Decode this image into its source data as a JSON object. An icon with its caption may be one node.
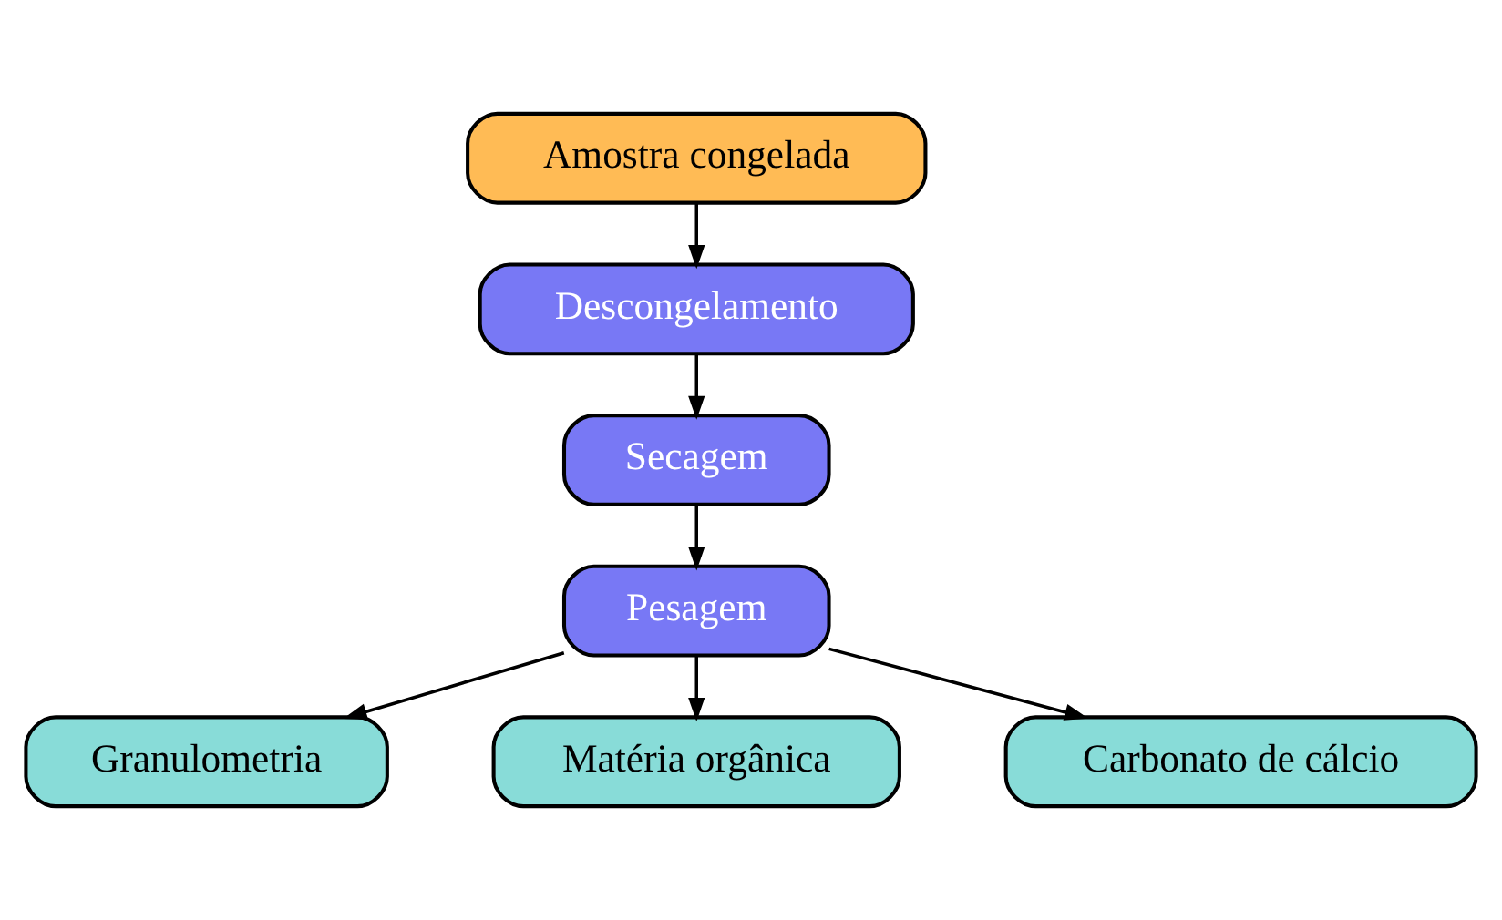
{
  "diagram": {
    "nodes": [
      {
        "text": [
          "Amostra congelada"
        ]
      },
      {
        "text": [
          "Descongelamento"
        ]
      },
      {
        "text": [
          "Secagem"
        ]
      },
      {
        "text": [
          "Pesagem"
        ]
      },
      {
        "text": [
          "Granulometria"
        ]
      },
      {
        "text": [
          "Matéria orgânica"
        ]
      },
      {
        "text": [
          "Carbonato de cálcio"
        ]
      }
    ],
    "edges": [
      {
        "from": 0,
        "to": 1,
        "arrow": "to"
      },
      {
        "from": 1,
        "to": 2,
        "arrow": "to"
      },
      {
        "from": 2,
        "to": 3,
        "arrow": "to"
      },
      {
        "from": 3,
        "to": 4,
        "arrow": "to"
      },
      {
        "from": 3,
        "to": 5,
        "arrow": "to"
      },
      {
        "from": 3,
        "to": 6,
        "arrow": "to"
      }
    ]
  }
}
